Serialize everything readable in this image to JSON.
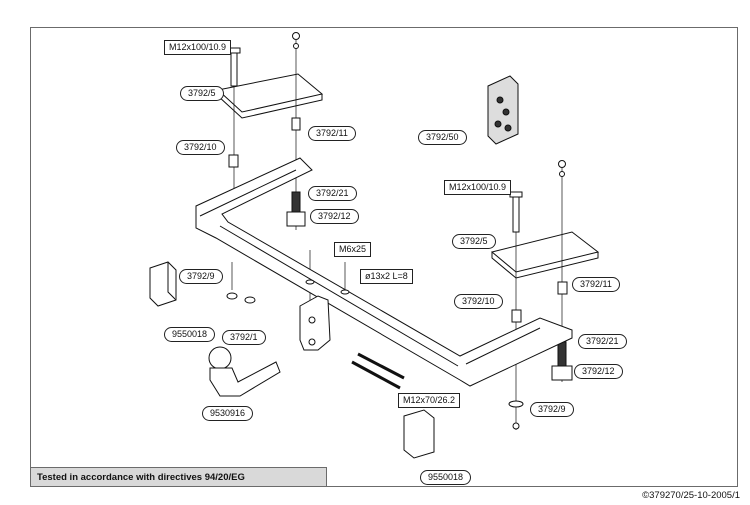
{
  "labels": {
    "bolt_top_left": "M12x100/10.9",
    "plate_left": "3792/5",
    "spacer_top_left": "3792/11",
    "spacer_mid_left": "3792/10",
    "kit_bag": "3792/50",
    "spacer_bottom_left": "3792/21",
    "stud_left": "3792/12",
    "bolt_top_right": "M12x100/10.9",
    "plate_right": "3792/5",
    "bolt_small": "M6x25",
    "washer_small": "ø13x2 L=8",
    "bracket_left": "3792/9",
    "spacer_right_top": "3792/11",
    "spacer_right_mid": "3792/10",
    "part_socket_left": "9550018",
    "crossbar_clamp": "3792/1",
    "spacer_right_bottom": "3792/21",
    "stud_right": "3792/12",
    "towball": "9530916",
    "bolt_bottom": "M12x70/26.2",
    "bracket_right": "3792/9",
    "part_socket_bottom": "9550018"
  },
  "footer": {
    "note": "Tested in accordance with directives 94/20/EG",
    "copyright": "©379270/25-10-2005/1"
  }
}
